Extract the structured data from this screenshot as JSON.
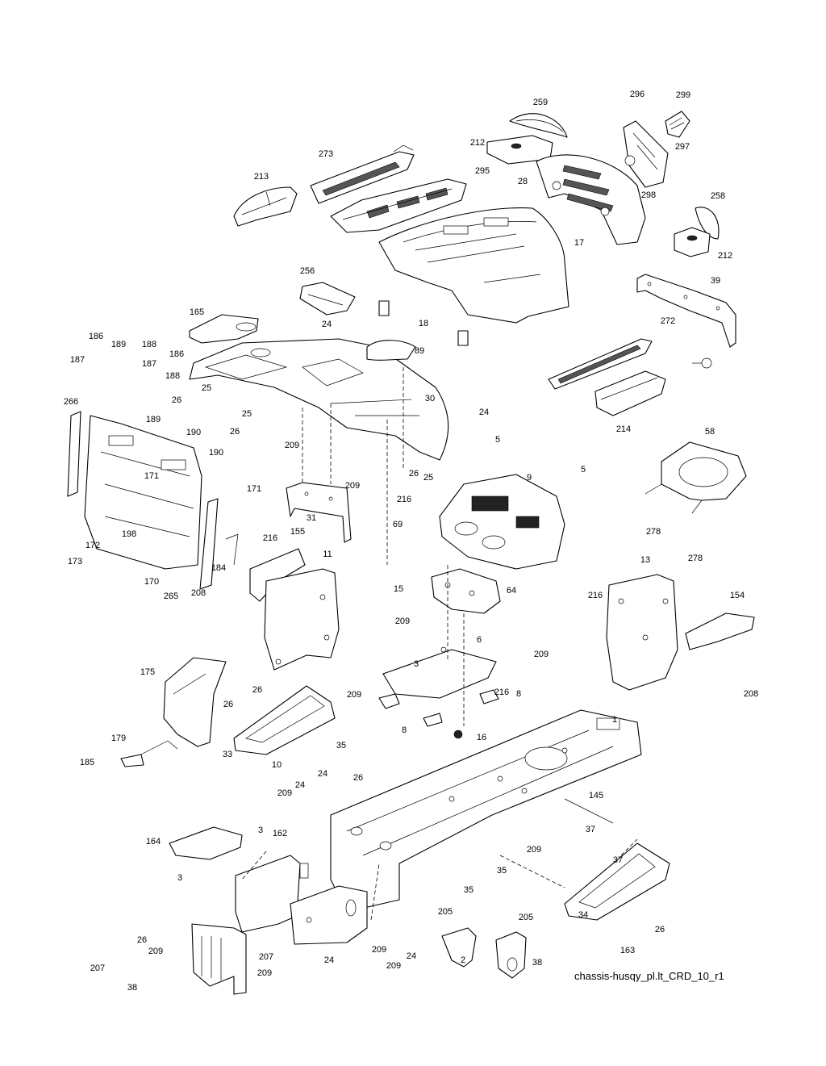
{
  "caption": "chassis-husqy_pl.lt_CRD_10_r1",
  "callouts": [
    {
      "label": "259"
    },
    {
      "label": "296"
    },
    {
      "label": "299"
    },
    {
      "label": "297"
    },
    {
      "label": "212"
    },
    {
      "label": "273"
    },
    {
      "label": "295"
    },
    {
      "label": "28"
    },
    {
      "label": "298"
    },
    {
      "label": "213"
    },
    {
      "label": "258"
    },
    {
      "label": "212"
    },
    {
      "label": "17"
    },
    {
      "label": "256"
    },
    {
      "label": "39"
    },
    {
      "label": "165"
    },
    {
      "label": "24"
    },
    {
      "label": "18"
    },
    {
      "label": "272"
    },
    {
      "label": "186"
    },
    {
      "label": "189"
    },
    {
      "label": "188"
    },
    {
      "label": "89"
    },
    {
      "label": "187"
    },
    {
      "label": "187"
    },
    {
      "label": "186"
    },
    {
      "label": "188"
    },
    {
      "label": "25"
    },
    {
      "label": "26"
    },
    {
      "label": "25"
    },
    {
      "label": "266"
    },
    {
      "label": "189"
    },
    {
      "label": "26"
    },
    {
      "label": "30"
    },
    {
      "label": "24"
    },
    {
      "label": "214"
    },
    {
      "label": "190"
    },
    {
      "label": "190"
    },
    {
      "label": "209"
    },
    {
      "label": "5"
    },
    {
      "label": "26"
    },
    {
      "label": "25"
    },
    {
      "label": "58"
    },
    {
      "label": "5"
    },
    {
      "label": "171"
    },
    {
      "label": "171"
    },
    {
      "label": "209"
    },
    {
      "label": "9"
    },
    {
      "label": "216"
    },
    {
      "label": "31"
    },
    {
      "label": "69"
    },
    {
      "label": "198"
    },
    {
      "label": "172"
    },
    {
      "label": "173"
    },
    {
      "label": "216"
    },
    {
      "label": "155"
    },
    {
      "label": "278"
    },
    {
      "label": "278"
    },
    {
      "label": "11"
    },
    {
      "label": "170"
    },
    {
      "label": "184"
    },
    {
      "label": "265"
    },
    {
      "label": "13"
    },
    {
      "label": "15"
    },
    {
      "label": "64"
    },
    {
      "label": "216"
    },
    {
      "label": "208"
    },
    {
      "label": "154"
    },
    {
      "label": "209"
    },
    {
      "label": "6"
    },
    {
      "label": "209"
    },
    {
      "label": "3"
    },
    {
      "label": "175"
    },
    {
      "label": "216"
    },
    {
      "label": "26"
    },
    {
      "label": "209"
    },
    {
      "label": "8"
    },
    {
      "label": "26"
    },
    {
      "label": "8"
    },
    {
      "label": "208"
    },
    {
      "label": "179"
    },
    {
      "label": "35"
    },
    {
      "label": "16"
    },
    {
      "label": "33"
    },
    {
      "label": "1"
    },
    {
      "label": "185"
    },
    {
      "label": "10"
    },
    {
      "label": "24"
    },
    {
      "label": "26"
    },
    {
      "label": "209"
    },
    {
      "label": "24"
    },
    {
      "label": "145"
    },
    {
      "label": "3"
    },
    {
      "label": "162"
    },
    {
      "label": "164"
    },
    {
      "label": "37"
    },
    {
      "label": "209"
    },
    {
      "label": "35"
    },
    {
      "label": "37"
    },
    {
      "label": "3"
    },
    {
      "label": "35"
    },
    {
      "label": "34"
    },
    {
      "label": "205"
    },
    {
      "label": "205"
    },
    {
      "label": "209"
    },
    {
      "label": "209"
    },
    {
      "label": "24"
    },
    {
      "label": "24"
    },
    {
      "label": "163"
    },
    {
      "label": "26"
    },
    {
      "label": "26"
    },
    {
      "label": "209"
    },
    {
      "label": "207"
    },
    {
      "label": "207"
    },
    {
      "label": "209"
    },
    {
      "label": "2"
    },
    {
      "label": "38"
    },
    {
      "label": "38"
    },
    {
      "label": "209"
    }
  ]
}
